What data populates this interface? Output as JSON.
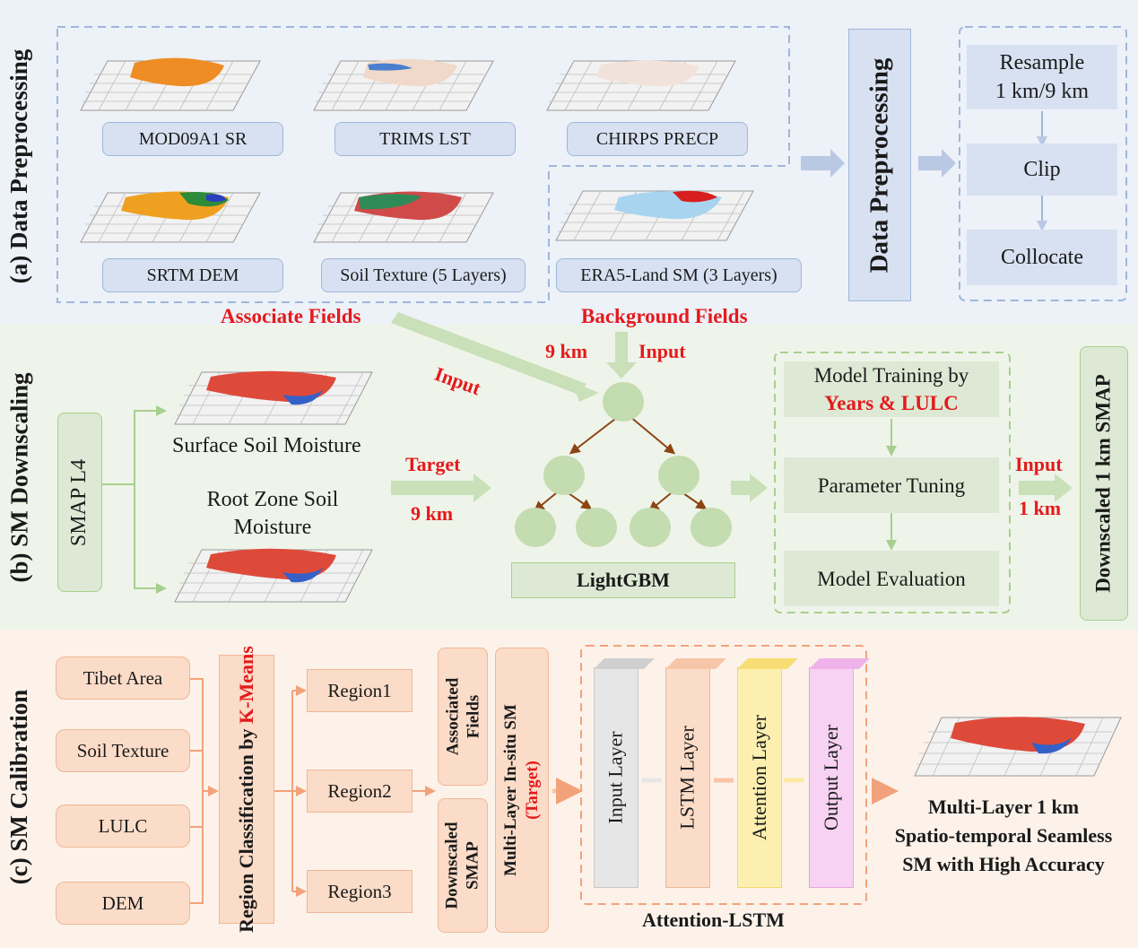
{
  "panel_a": {
    "title": "(a) Data Preprocessing",
    "datasets": [
      "MOD09A1 SR",
      "TRIMS LST",
      "CHIRPS PRECP",
      "SRTM DEM",
      "Soil Texture (5 Layers)",
      "ERA5-Land SM (3 Layers)"
    ],
    "preprocessing_label": "Data Preprocessing",
    "steps": [
      "Resample\n1 km/9 km",
      "Clip",
      "Collocate"
    ],
    "associate_fields": "Associate Fields",
    "background_fields": "Background Fields"
  },
  "panel_b": {
    "title": "(b) SM Downscaling",
    "smap_l4": "SMAP L4",
    "surface_sm": "Surface Soil Moisture",
    "root_zone_sm": "Root Zone Soil\nMoisture",
    "input_left": "Input",
    "input_top": "Input",
    "res_9km_top": "9 km",
    "target": "Target",
    "res_9km_target": "9 km",
    "model_name": "LightGBM",
    "training_line1": "Model Training by",
    "training_line2": "Years & LULC",
    "param_tuning": "Parameter Tuning",
    "model_eval": "Model Evaluation",
    "input_right": "Input",
    "res_1km": "1 km",
    "output": "Downscaled 1 km SMAP"
  },
  "panel_c": {
    "title": "(c) SM Calibration",
    "inputs": [
      "Tibet Area",
      "Soil Texture",
      "LULC",
      "DEM"
    ],
    "region_class_prefix": "Region Classification by",
    "kmeans": "K-Means",
    "regions": [
      "Region1",
      "Region2",
      "Region3"
    ],
    "associated_fields": "Associated\nFields",
    "downscaled_smap": "Downscaled\nSMAP",
    "insitu_line1": "Multi-Layer In-situ SM",
    "insitu_line2": "(Target)",
    "layers": [
      "Input Layer",
      "LSTM Layer",
      "Attention Layer",
      "Output Layer"
    ],
    "network_name": "Attention-LSTM",
    "result": "Multi-Layer 1 km\nSpatio-temporal Seamless\nSM with High Accuracy"
  },
  "colors": {
    "panel_a_bg": "#edf1f8",
    "panel_b_bg": "#eff4ea",
    "panel_c_bg": "#fcf2ea",
    "accent_red": "#e41a1c",
    "blue_box": "#d7e1f1",
    "green_box": "#dde9d4",
    "green_node": "#c3dcb0",
    "orange_box": "#fbdcc8",
    "tree_arrow": "#8b4513"
  }
}
